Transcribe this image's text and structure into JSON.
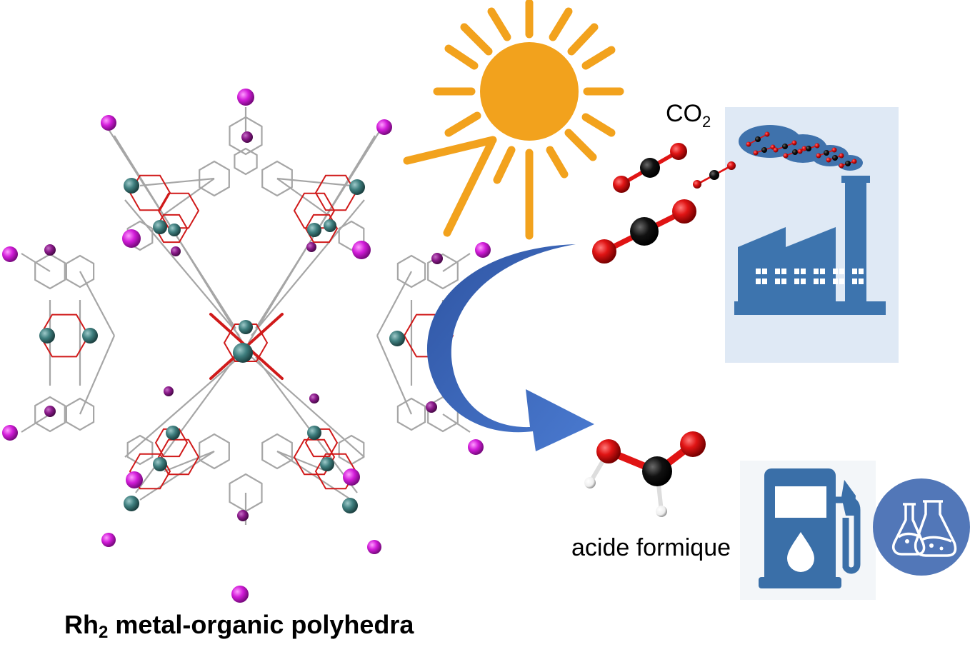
{
  "labels": {
    "co2_main": "CO",
    "co2_sub": "2",
    "formic_acid": "acide formique",
    "caption_main_a": "Rh",
    "caption_sub": "2",
    "caption_main_b": " metal-organic polyhedra"
  },
  "colors": {
    "sun": "#f2a21d",
    "arrow": "#3563b7",
    "factory_panel": "#dfe9f5",
    "factory": "#3d74ae",
    "smoke": "#3f72ac",
    "oxygen": "#e01414",
    "carbon": "#0b0b0b",
    "hydrogen": "#ffffff",
    "rhodium": "#3f7f7f",
    "iodine": "#d21cd9",
    "iodine_dark": "#8a1a8a",
    "linker": "#a9a9a9",
    "carboxylate": "#d21c1c",
    "fuel_pump": "#3a6fa8",
    "lab_circle": "#5277b8"
  },
  "icons": [
    "sun-icon",
    "factory-icon",
    "fuel-pump-icon",
    "lab-flasks-icon",
    "curved-arrow-icon"
  ]
}
